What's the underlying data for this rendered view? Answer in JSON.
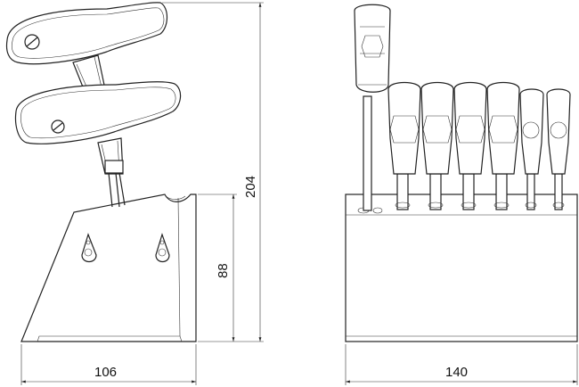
{
  "drawing": {
    "dimensions": {
      "side_width": "106",
      "front_width": "140",
      "total_height": "204",
      "base_height": "88"
    }
  }
}
